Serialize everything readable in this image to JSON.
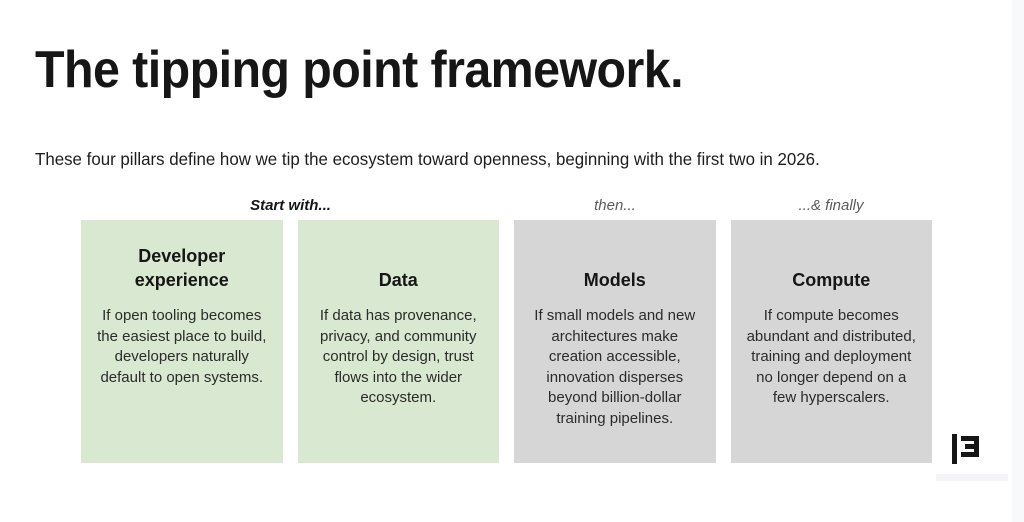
{
  "slide": {
    "title": "The tipping point framework.",
    "subtitle": "These four pillars define how we tip the ecosystem toward openness, beginning with the first two in 2026.",
    "background_color": "#ffffff"
  },
  "phases": {
    "start": "Start with...",
    "then": "then...",
    "finally": "...& finally"
  },
  "colors": {
    "highlight_green": "#d9e8d0",
    "neutral_gray": "#d6d6d6",
    "text_primary": "#161616",
    "text_secondary": "#5b5b5b",
    "edge_strip": "#f8f9fb"
  },
  "cards": [
    {
      "title": "Developer experience",
      "body": "If open tooling becomes the easiest place to build, developers naturally default to open systems.",
      "tone": "green"
    },
    {
      "title": "Data",
      "body": "If data has provenance, privacy, and community control by design, trust flows into the wider ecosystem.",
      "tone": "green"
    },
    {
      "title": "Models",
      "body": "If small models and new architectures make creation accessible, innovation disperses beyond billion-dollar training pipelines.",
      "tone": "gray"
    },
    {
      "title": "Compute",
      "body": "If compute becomes abundant and distributed, training and deployment no longer depend on a few hyperscalers.",
      "tone": "gray"
    }
  ],
  "logo": {
    "name": "bar-and-e-mark-logo"
  }
}
